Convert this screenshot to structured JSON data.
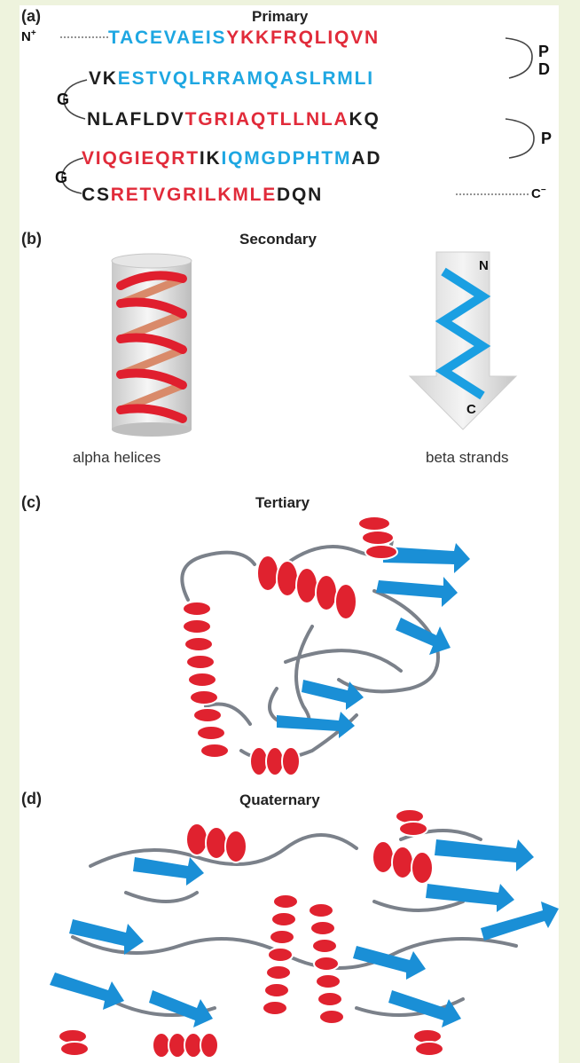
{
  "panel_a": {
    "label": "(a)",
    "title": "Primary",
    "n_terminus": "N",
    "n_charge": "+",
    "c_terminus": "C",
    "c_charge": "−",
    "line1": {
      "cyan": "TACEVAEIS",
      "red": "YKKFRQLIQVN"
    },
    "turn1": "P",
    "turn2": "D",
    "line2": {
      "black": "VK",
      "cyan": "ESTVQLRRAMQASLRMLI"
    },
    "turn3": "G",
    "line3": {
      "black": "NLAFLDV",
      "red": "TGRIAQTLLNLA",
      "black2": "KQ"
    },
    "turn4": "P",
    "line4": {
      "red": "VIQGIEQRT",
      "black": "IK",
      "cyan": "IQMGDPHTM",
      "black2": "AD"
    },
    "turn5": "G",
    "line5": {
      "black": "CS",
      "red": "RETVGRILKMLE",
      "black2": "DQN"
    }
  },
  "panel_b": {
    "label": "(b)",
    "title": "Secondary",
    "helix_caption": "alpha helices",
    "strand_caption": "beta strands",
    "strand_n": "N",
    "strand_c": "C"
  },
  "panel_c": {
    "label": "(c)",
    "title": "Tertiary"
  },
  "panel_d": {
    "label": "(d)",
    "title": "Quaternary"
  },
  "colors": {
    "helix": "#e12b3a",
    "strand": "#1a8fd6",
    "coil": "#7a8088",
    "sequence_cyan": "#1ea7e2",
    "sequence_red": "#e12b3a"
  }
}
